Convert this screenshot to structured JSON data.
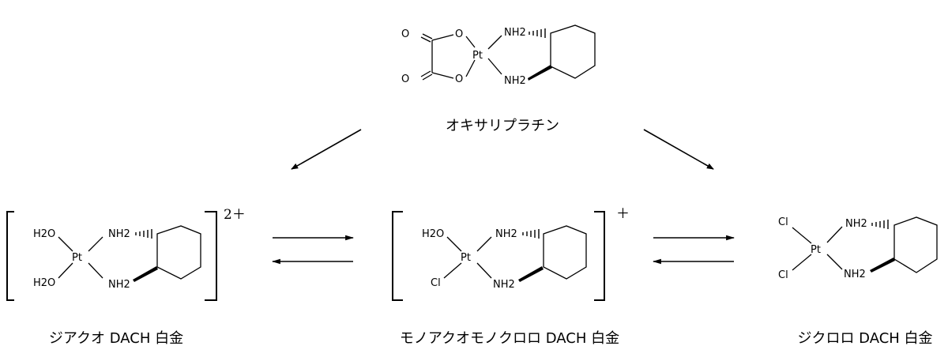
{
  "atoms": {
    "pt": "Pt",
    "o": "O",
    "nh2": "NH2",
    "h2o": "H2O",
    "cl": "Cl"
  },
  "charges": {
    "diaqua": "2＋",
    "monoaqua": "＋"
  },
  "captions": {
    "oxaliplatin": "オキサリプラチン",
    "diaqua": "ジアクオ DACH 白金",
    "monoaqua": "モノアクオモノクロロ DACH 白金",
    "dichloro": "ジクロロ DACH 白金"
  }
}
